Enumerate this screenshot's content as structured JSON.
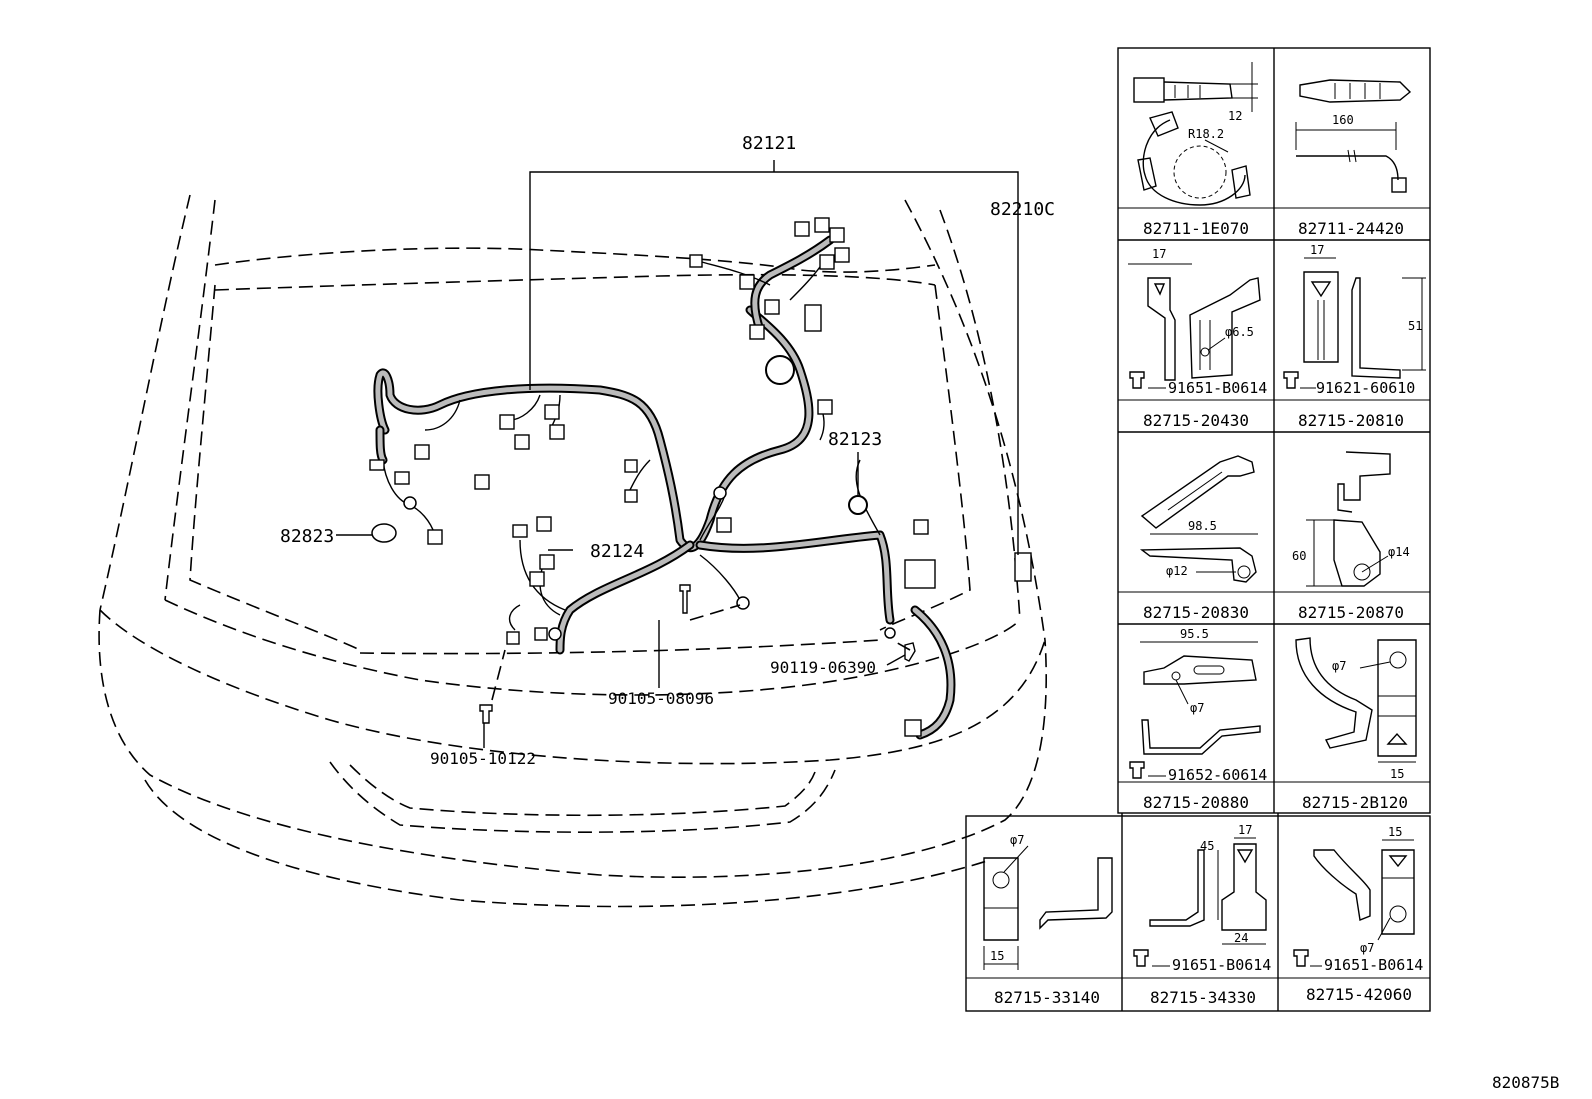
{
  "main_labels": {
    "harness_82121": "82121",
    "harness_82210C": "82210C",
    "harness_82123": "82123",
    "harness_82124": "82124",
    "sensor_82823": "82823",
    "bolt_90119": "90119-06390",
    "bolt_90105_08096": "90105-08096",
    "bolt_90105_10122": "90105-10122"
  },
  "cells": [
    {
      "part": "82711-1E070",
      "dims": [
        "12",
        "R18.2"
      ],
      "screw": ""
    },
    {
      "part": "82711-24420",
      "dims": [
        "160"
      ],
      "screw": ""
    },
    {
      "part": "82715-20430",
      "dims": [
        "17",
        "φ6.5"
      ],
      "screw": "91651-B0614"
    },
    {
      "part": "82715-20810",
      "dims": [
        "17",
        "51"
      ],
      "screw": "91621-60610"
    },
    {
      "part": "82715-20830",
      "dims": [
        "98.5",
        "φ12"
      ],
      "screw": ""
    },
    {
      "part": "82715-20870",
      "dims": [
        "60",
        "φ14"
      ],
      "screw": ""
    },
    {
      "part": "82715-20880",
      "dims": [
        "95.5",
        "φ7"
      ],
      "screw": "91652-60614"
    },
    {
      "part": "82715-2B120",
      "dims": [
        "φ7",
        "15"
      ],
      "screw": ""
    },
    {
      "part": "82715-33140",
      "dims": [
        "φ7",
        "15"
      ],
      "screw": ""
    },
    {
      "part": "82715-34330",
      "dims": [
        "45",
        "17",
        "24"
      ],
      "screw": "91651-B0614"
    },
    {
      "part": "82715-42060",
      "dims": [
        "15",
        "φ7"
      ],
      "screw": "91651-B0614"
    }
  ],
  "figure_ref": "820875B"
}
